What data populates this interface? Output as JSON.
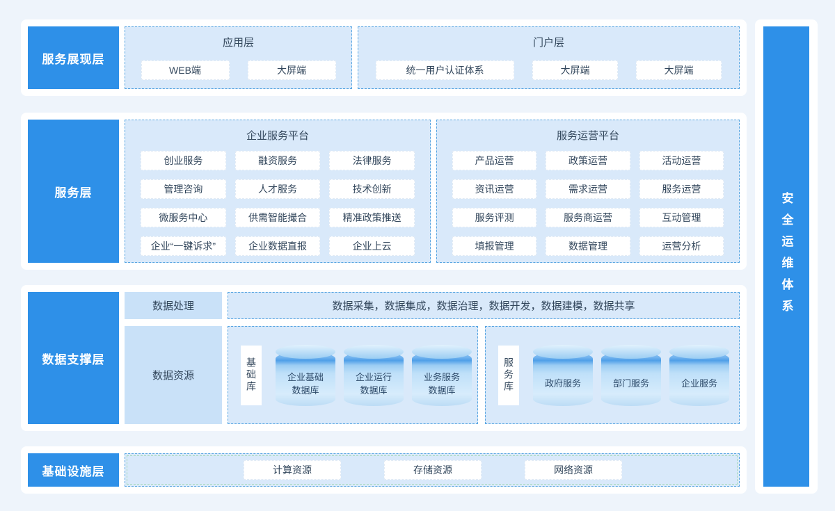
{
  "colors": {
    "page_bg": "#eef4fb",
    "card_bg": "#ffffff",
    "accent_blue": "#2e90e8",
    "panel_fill": "#d9e9fa",
    "panel_border": "#55a4e1",
    "solid_box_fill": "#c9e1f8",
    "infra_inner_border": "#a5d9b8",
    "text_dark": "#33475c"
  },
  "layers": {
    "presentation": {
      "label": "服务展现层",
      "panels": [
        {
          "title": "应用层",
          "items": [
            "WEB端",
            "大屏端"
          ]
        },
        {
          "title": "门户层",
          "items": [
            "统一用户认证体系",
            "大屏端",
            "大屏端"
          ]
        }
      ]
    },
    "service": {
      "label": "服务层",
      "panels": [
        {
          "title": "企业服务平台",
          "items": [
            "创业服务",
            "融资服务",
            "法律服务",
            "管理咨询",
            "人才服务",
            "技术创新",
            "微服务中心",
            "供需智能撮合",
            "精准政策推送",
            "企业“一键诉求”",
            "企业数据直报",
            "企业上云"
          ]
        },
        {
          "title": "服务运营平台",
          "items": [
            "产品运营",
            "政策运营",
            "活动运营",
            "资讯运营",
            "需求运营",
            "服务运营",
            "服务评测",
            "服务商运营",
            "互动管理",
            "填报管理",
            "数据管理",
            "运营分析"
          ]
        }
      ]
    },
    "data": {
      "label": "数据支撑层",
      "processing_label": "数据处理",
      "resource_label": "数据资源",
      "pipeline": "数据采集，数据集成，数据治理，数据开发，数据建模，数据共享",
      "basic_db": {
        "label": "基础库",
        "cylinders": [
          "企业基础\n数据库",
          "企业运行\n数据库",
          "业务服务\n数据库"
        ]
      },
      "service_db": {
        "label": "服务库",
        "cylinders": [
          "政府服务",
          "部门服务",
          "企业服务"
        ]
      }
    },
    "infrastructure": {
      "label": "基础设施层",
      "items": [
        "计算资源",
        "存储资源",
        "网络资源"
      ]
    },
    "security": {
      "label": "安全运维体系"
    }
  }
}
